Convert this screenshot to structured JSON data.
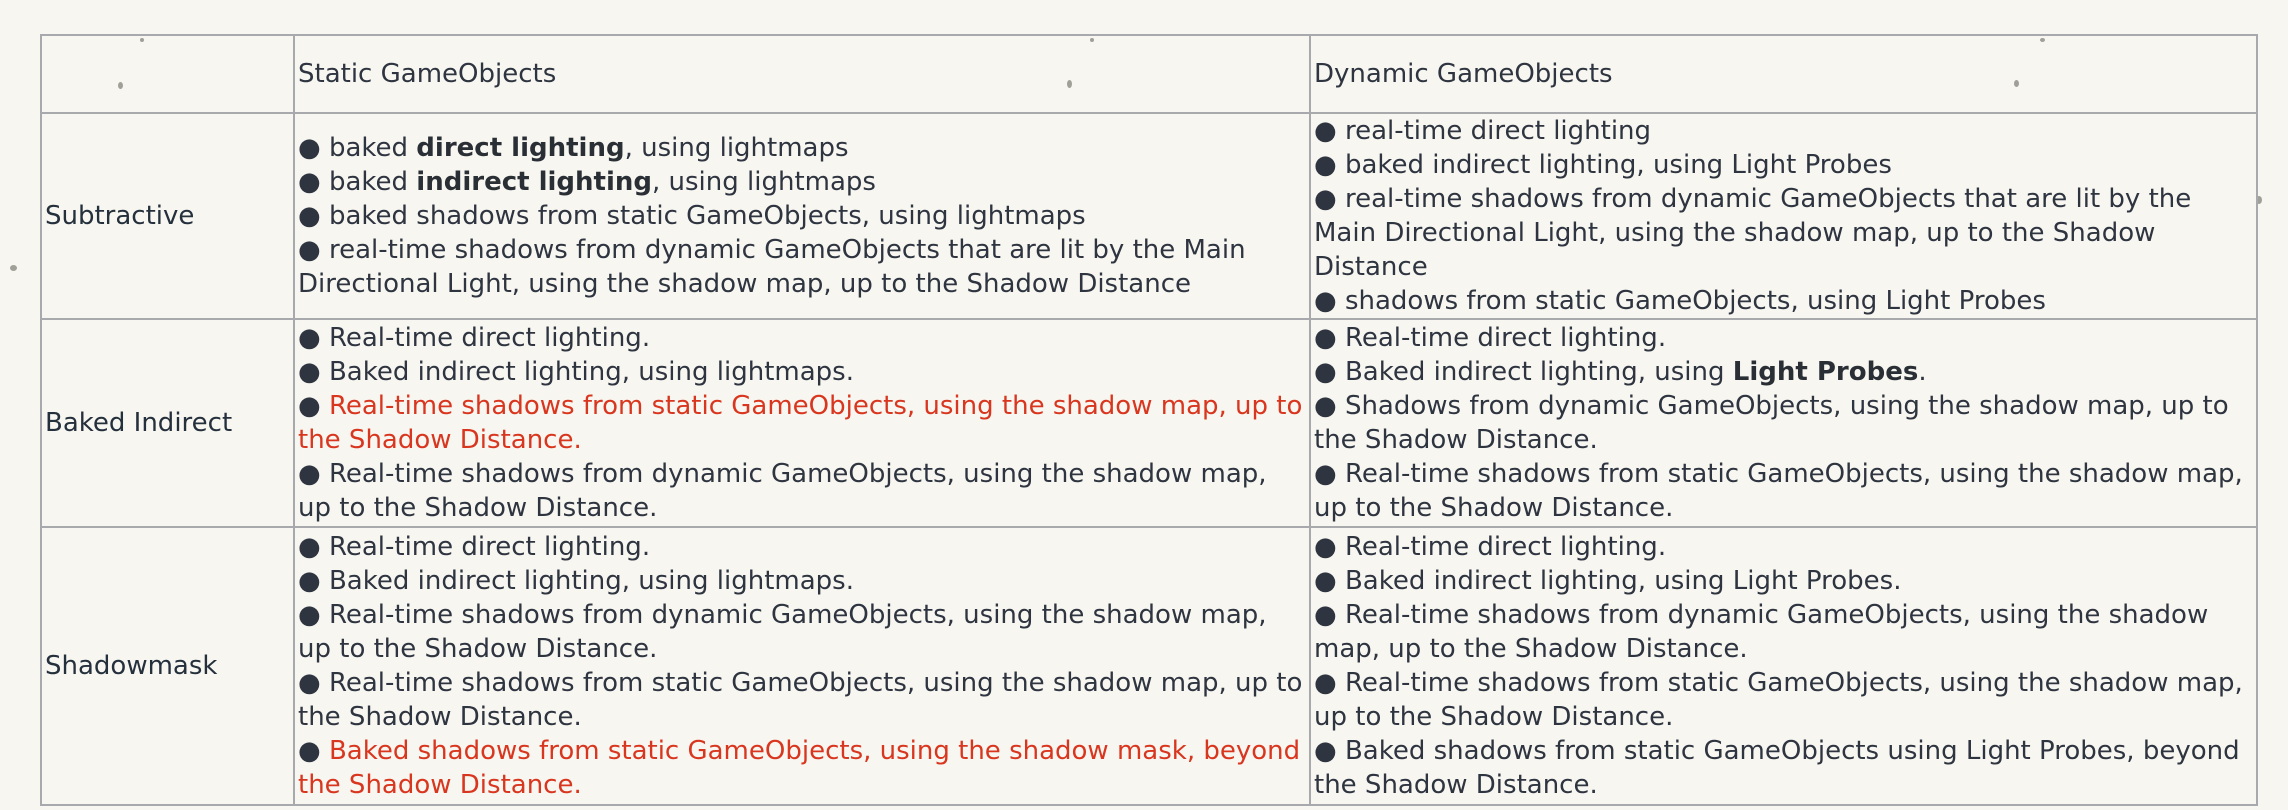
{
  "header": {
    "corner": "",
    "static": "Static GameObjects",
    "dynamic": "Dynamic GameObjects"
  },
  "rows": [
    {
      "mode": "Subtractive",
      "static": [
        {
          "text": "● baked ",
          "bold": "direct lighting",
          "rest": ", using lightmaps",
          "red": false
        },
        {
          "text": "● baked ",
          "bold": "indirect lighting",
          "rest": ", using lightmaps",
          "red": false
        },
        {
          "text": "● baked shadows from static GameObjects, using lightmaps",
          "bold": "",
          "rest": "",
          "red": false
        },
        {
          "text": "● real-time shadows from dynamic GameObjects that are lit by the Main Directional Light, using the shadow map, up to the Shadow Distance",
          "bold": "",
          "rest": "",
          "red": false
        }
      ],
      "dynamic": [
        {
          "text": "● real-time direct lighting",
          "bold": "",
          "rest": "",
          "red": false
        },
        {
          "text": "● baked indirect lighting, using Light Probes",
          "bold": "",
          "rest": "",
          "red": false
        },
        {
          "text": "● real-time shadows from dynamic GameObjects that are lit by the Main Directional Light, using the shadow map, up to the Shadow Distance",
          "bold": "",
          "rest": "",
          "red": false
        },
        {
          "text": "● shadows from static GameObjects, using Light Probes",
          "bold": "",
          "rest": "",
          "red": false
        }
      ]
    },
    {
      "mode": "Baked Indirect",
      "static": [
        {
          "text": "● Real-time direct lighting.",
          "bold": "",
          "rest": "",
          "red": false
        },
        {
          "text": "● Baked indirect lighting, using lightmaps.",
          "bold": "",
          "rest": "",
          "red": false
        },
        {
          "text": "Real-time shadows from static GameObjects, using the shadow map, up to the Shadow Distance.",
          "bold": "",
          "rest": "",
          "red": true
        },
        {
          "text": "● Real-time shadows from dynamic GameObjects, using the shadow map, up to the Shadow Distance.",
          "bold": "",
          "rest": "",
          "red": false
        }
      ],
      "dynamic": [
        {
          "text": "● Real-time direct lighting.",
          "bold": "",
          "rest": "",
          "red": false
        },
        {
          "text": "● Baked indirect lighting, using ",
          "bold": "Light Probes",
          "rest": ".",
          "red": false
        },
        {
          "text": "● Shadows from dynamic GameObjects, using the shadow map, up to the Shadow Distance.",
          "bold": "",
          "rest": "",
          "red": false
        },
        {
          "text": "● Real-time shadows from static GameObjects, using the shadow map, up to the Shadow Distance.",
          "bold": "",
          "rest": "",
          "red": false
        }
      ]
    },
    {
      "mode": "Shadowmask",
      "static": [
        {
          "text": "● Real-time direct lighting.",
          "bold": "",
          "rest": "",
          "red": false
        },
        {
          "text": "● Baked indirect lighting, using lightmaps.",
          "bold": "",
          "rest": "",
          "red": false
        },
        {
          "text": "● Real-time shadows from dynamic GameObjects, using the shadow map, up to the Shadow Distance.",
          "bold": "",
          "rest": "",
          "red": false
        },
        {
          "text": "● Real-time shadows from static GameObjects, using the shadow map, up to the Shadow Distance.",
          "bold": "",
          "rest": "",
          "red": false
        },
        {
          "text": "Baked shadows from static GameObjects, using the shadow mask, beyond the Shadow Distance.",
          "bold": "",
          "rest": "",
          "red": true
        }
      ],
      "dynamic": [
        {
          "text": "● Real-time direct lighting.",
          "bold": "",
          "rest": "",
          "red": false
        },
        {
          "text": "● Baked indirect lighting, using Light Probes.",
          "bold": "",
          "rest": "",
          "red": false
        },
        {
          "text": "● Real-time shadows from dynamic GameObjects, using the shadow map, up to the Shadow Distance.",
          "bold": "",
          "rest": "",
          "red": false
        },
        {
          "text": "● Real-time shadows from static GameObjects, using the shadow map, up to the Shadow Distance.",
          "bold": "",
          "rest": "",
          "red": false
        },
        {
          "text": "● Baked shadows from static GameObjects using Light Probes, beyond the Shadow Distance.",
          "bold": "",
          "rest": "",
          "red": false
        }
      ]
    }
  ],
  "colors": {
    "background": "#f7f6f0",
    "text": "#2e3440",
    "highlight_red": "#d9361f",
    "border": "#a7a9ac"
  }
}
